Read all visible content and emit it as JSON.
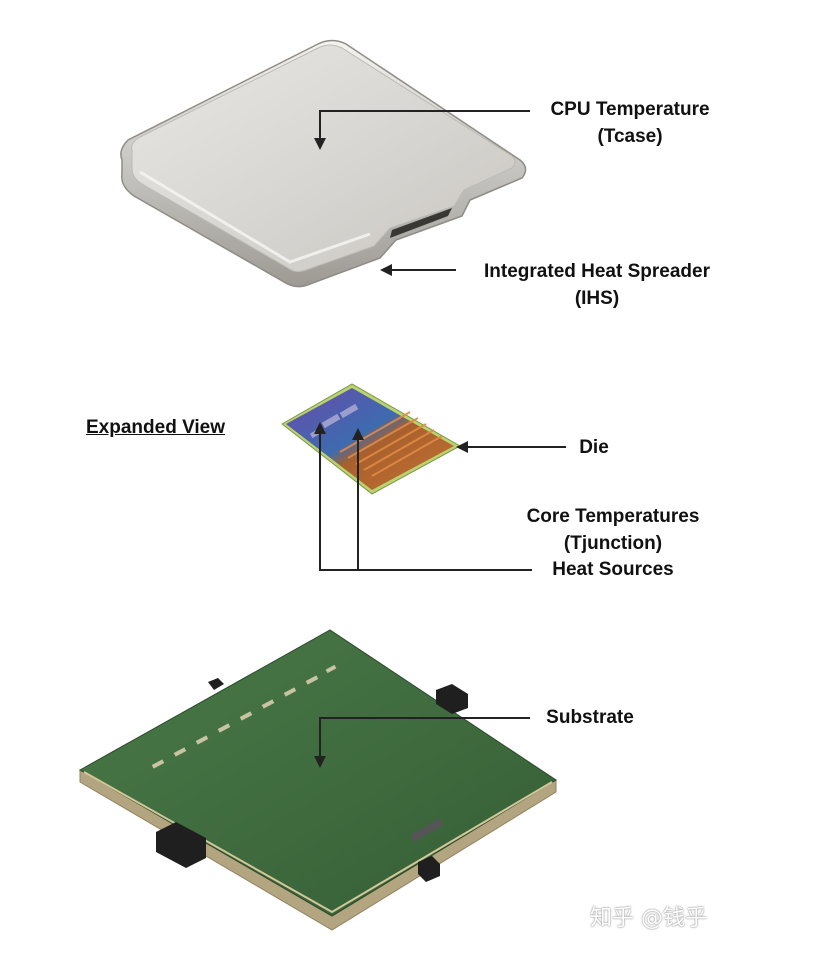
{
  "labels": {
    "cpu_temperature": {
      "line1": "CPU Temperature",
      "line2": "(Tcase)"
    },
    "ihs": {
      "line1": "Integrated Heat Spreader",
      "line2": "(IHS)"
    },
    "expanded_view": "Expanded View",
    "die": "Die",
    "core_temperatures": {
      "line1": "Core Temperatures",
      "line2": "(Tjunction)"
    },
    "heat_sources": "Heat Sources",
    "substrate": "Substrate"
  },
  "watermark": "知乎 @钱乎",
  "colors": {
    "ihs_metal": "#d8d6d2",
    "ihs_edge": "#a9a6a0",
    "substrate_green": "#3e6a3f",
    "substrate_edge": "#b8a98a",
    "die_purple": "#5a3f8f",
    "die_orange": "#b8602e",
    "die_edge": "#b6d46a",
    "leader_line": "#222222"
  }
}
